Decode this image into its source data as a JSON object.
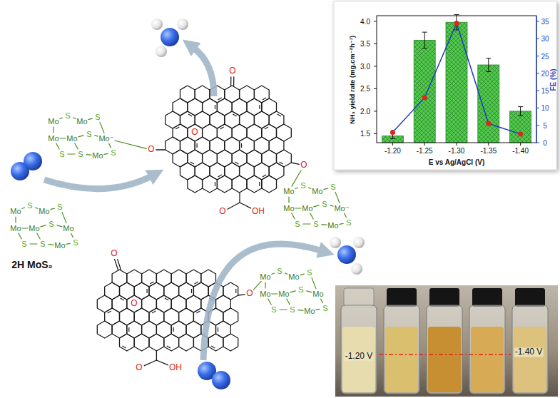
{
  "diagram": {
    "labels": [
      "2H MoS₂",
      "Mo",
      "S",
      "Mo",
      "S",
      "Mo",
      "Mo",
      "S",
      "Mo⁻",
      "S",
      "S",
      "Mo",
      "S",
      "Mo",
      "S",
      "Mo",
      "S",
      "Mo",
      "Mo",
      "S",
      "Mo⁻",
      "S",
      "S",
      "Mo",
      "S",
      "Mo",
      "S",
      "Mo",
      "S",
      "Mo",
      "Mo",
      "S",
      "Mo",
      "S",
      "S",
      "Mo",
      "S",
      "Mo",
      "S",
      "Mo",
      "S",
      "Mo",
      "Mo",
      "S",
      "Mo",
      "S",
      "S",
      "Mo",
      "S",
      "O",
      "O",
      "O",
      "O",
      "O",
      "OH",
      "O",
      "O",
      "O",
      "O",
      "OH",
      "1.5",
      "2.0",
      "2.5",
      "3.0",
      "3.5",
      "4.0",
      "0",
      "5",
      "10",
      "15",
      "20",
      "25",
      "30",
      "35",
      "-1.20",
      "-1.25",
      "-1.30",
      "-1.35",
      "-1.40",
      "NH₃ yield rate (mg.cm⁻²h⁻¹)",
      "FE (%)",
      "E vs Ag/AgCl (V)",
      "-1.20 V",
      "-1.40 V"
    ]
  }
}
